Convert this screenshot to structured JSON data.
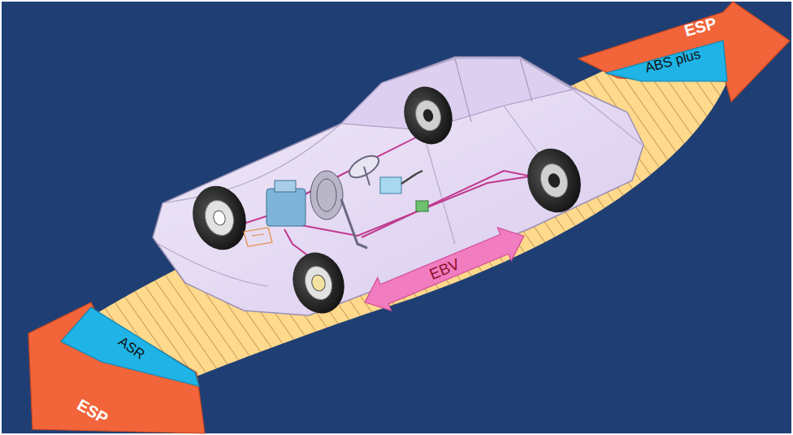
{
  "diagram": {
    "nodes": [
      {
        "text": [
          "ESP"
        ]
      },
      {
        "text": [
          "ABS plus"
        ],
        "in": 0
      },
      {
        "text": [
          "EBV"
        ]
      },
      {
        "text": [
          "ESP"
        ]
      },
      {
        "text": [
          "ASR"
        ],
        "in": 3
      }
    ]
  }
}
